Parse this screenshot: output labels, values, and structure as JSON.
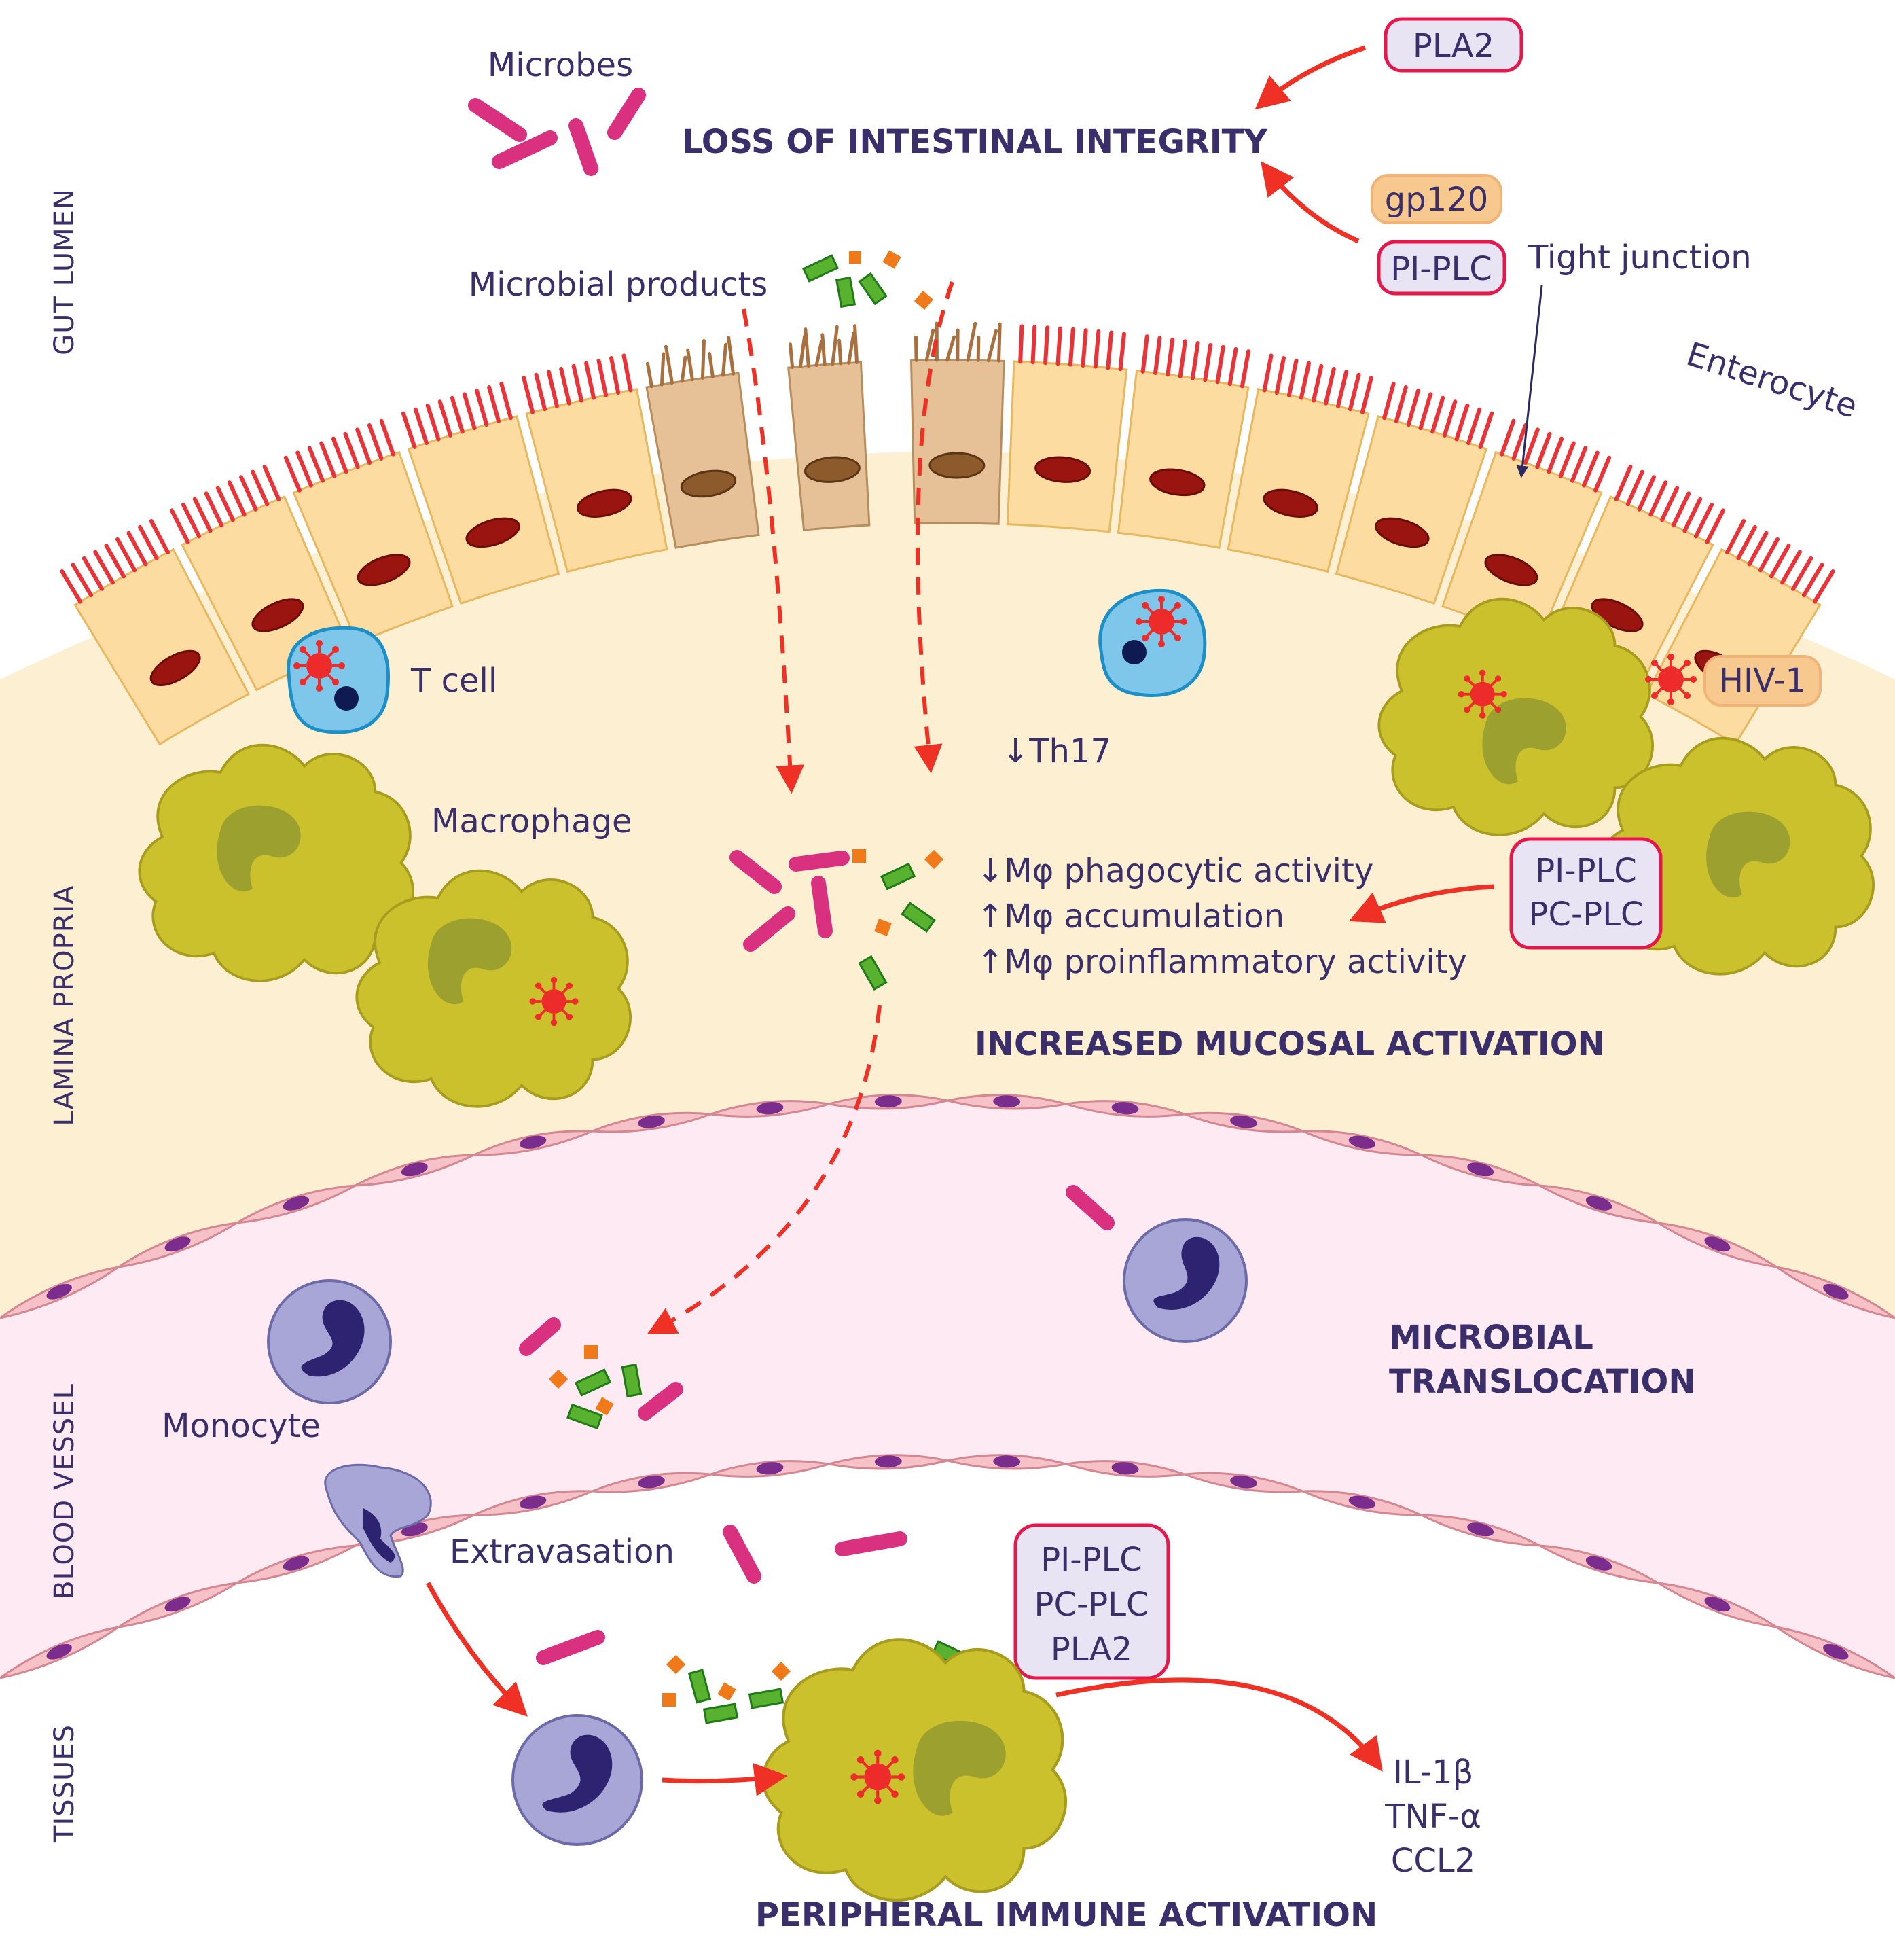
{
  "regions": {
    "gut_lumen": "GUT LUMEN",
    "lamina_propria": "LAMINA PROPRIA",
    "blood_vessel": "BLOOD VESSEL",
    "tissues": "TISSUES"
  },
  "labels": {
    "microbes": "Microbes",
    "loss_integrity": "LOSS OF INTESTINAL INTEGRITY",
    "microbial_products": "Microbial products",
    "tight_junction": "Tight junction",
    "enterocyte": "Enterocyte",
    "t_cell": "T cell",
    "th17": "↓Th17",
    "macrophage": "Macrophage",
    "mphi_phago": "↓Mφ phagocytic activity",
    "mphi_accum": "↑Mφ accumulation",
    "mphi_proinf": "↑Mφ proinflammatory activity",
    "increased_activation": "INCREASED MUCOSAL ACTIVATION",
    "microbial_translocation_1": "MICROBIAL",
    "microbial_translocation_2": "TRANSLOCATION",
    "monocyte": "Monocyte",
    "extravasation": "Extravasation",
    "peripheral_activation": "PERIPHERAL IMMUNE ACTIVATION"
  },
  "boxes": {
    "pla2_top": "PLA2",
    "gp120": "gp120",
    "piplc_top": "PI-PLC",
    "hiv1": "HIV-1",
    "lamina_box": [
      "PI-PLC",
      "PC-PLC"
    ],
    "tissue_box": [
      "PI-PLC",
      "PC-PLC",
      "PLA2"
    ]
  },
  "cytokines": [
    "IL-1β",
    "TNF-α",
    "CCL2"
  ],
  "colors": {
    "lamina_fill": "#fdf0d2",
    "vessel_fill": "#fdeaf3",
    "enterocyte": "#fcdca0",
    "damaged_enterocyte": "#e6c097",
    "nucleus": "#9a1410",
    "macrophage": "#cbc12c",
    "monocyte": "#a7a6d6",
    "endothelial": "#f6c2c8",
    "arrow_red": "#ee3124",
    "microbe_pink": "#d9307f",
    "product_green": "#58b22f",
    "product_orange": "#f07a1a",
    "box_border": "#e6174a",
    "box_fill": "#e9e4f3",
    "tan_box_fill": "#f8c98f",
    "text": "#3a2f6b"
  }
}
